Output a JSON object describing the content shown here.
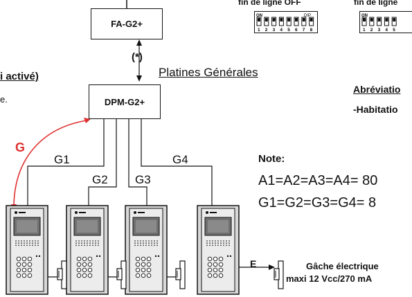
{
  "boxes": {
    "fa": "FA-G2+",
    "dpm": "DPM-G2+"
  },
  "link_label": "(*)",
  "platines_label": "Platines Générales",
  "left_partial_1": "i activé)",
  "left_partial_2": "e.",
  "dip": {
    "left_title": "fin de ligne OFF",
    "right_title": "fin de ligne",
    "on_label": "ON",
    "dip_label": "DIP",
    "left_numbers": [
      "1",
      "2",
      "3",
      "4",
      "5",
      "6",
      "7",
      "8"
    ],
    "right_numbers": [
      "1",
      "2",
      "3",
      "4",
      "5"
    ]
  },
  "right_partial_1": "Abréviatio",
  "right_partial_2": "-Habitatio",
  "note": {
    "title": "Note:",
    "line1": "A1=A2=A3=A4= 80",
    "line2": "G1=G2=G3=G4= 8"
  },
  "lines": {
    "g": "G",
    "g1": "G1",
    "g2": "G2",
    "g3": "G3",
    "g4": "G4",
    "e": "E"
  },
  "gache": {
    "line1": "Gâche électrique",
    "line2": "maxi 12 Vcc/270 mA"
  },
  "colors": {
    "red": "#e03030",
    "panel": "#d8d8d8",
    "screen": "#707070"
  }
}
